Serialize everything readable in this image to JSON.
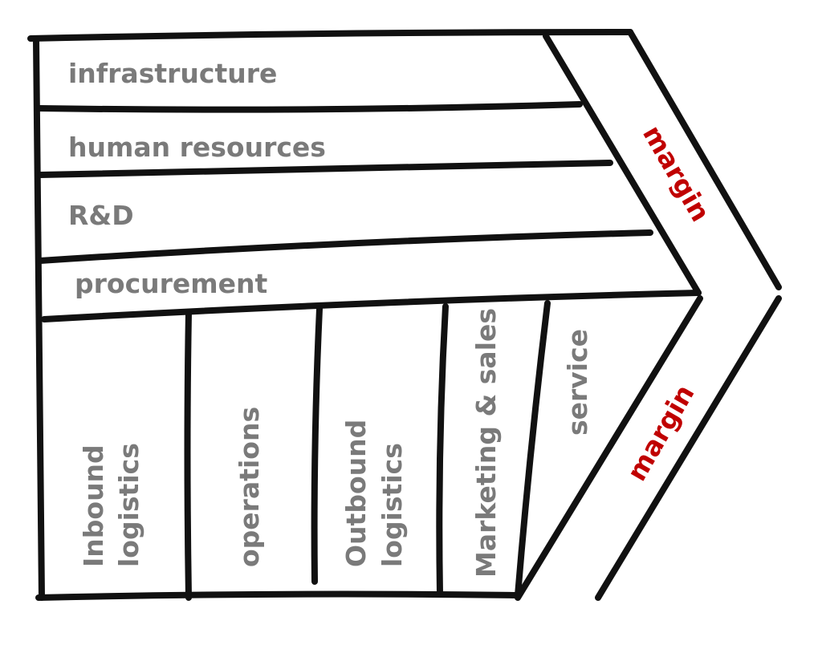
{
  "support_activities": [
    "infrastructure",
    "human resources",
    "R&D",
    "procurement"
  ],
  "primary_activities": {
    "inbound": [
      "Inbound",
      "logistics"
    ],
    "operations": "operations",
    "outbound": [
      "Outbound",
      "logistics"
    ],
    "marketing": "Marketing & sales",
    "service": "service"
  },
  "margin_top": "margin",
  "margin_bottom": "margin",
  "colors": {
    "label": "#7a7a7a",
    "margin": "#c00000",
    "line": "#111111"
  }
}
